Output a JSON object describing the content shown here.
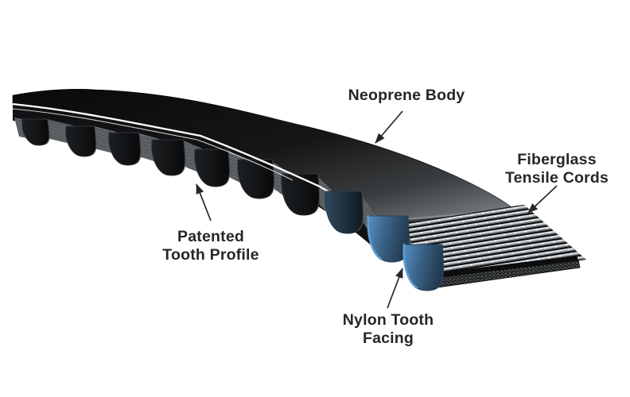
{
  "diagram": {
    "callouts": {
      "neoprene": {
        "line1": "Neoprene Body",
        "line2": ""
      },
      "fiberglass": {
        "line1": "Fiberglass",
        "line2": "Tensile Cords"
      },
      "patented": {
        "line1": "Patented",
        "line2": "Tooth Profile"
      },
      "nylon": {
        "line1": "Nylon Tooth",
        "line2": "Facing"
      }
    },
    "colors": {
      "text": "#262626",
      "background": "#ffffff",
      "belt_black": "#0a0a0a",
      "belt_sheen_gray": "#7e8184",
      "nylon_facing_blue": "#4579a8",
      "nylon_highlight_blue": "#5d9ed2",
      "tensile_cord_silver": "#b9bdc0",
      "fabric_gray": "#85898c"
    }
  }
}
